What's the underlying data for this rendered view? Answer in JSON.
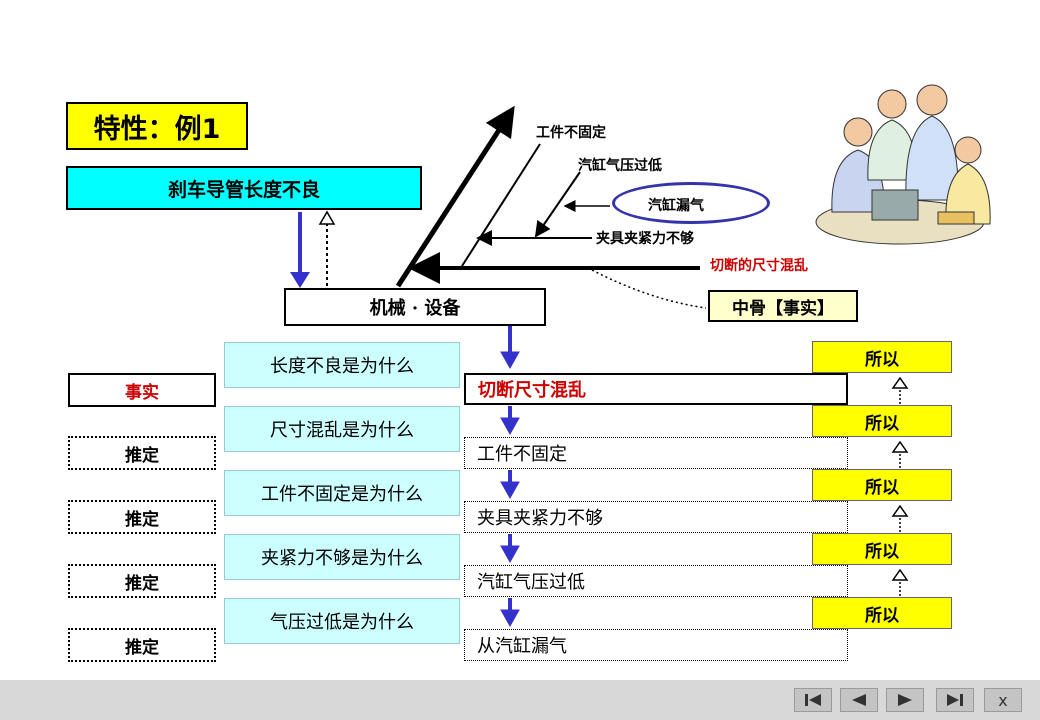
{
  "title": "特性：例1",
  "problem": "刹车导管长度不良",
  "machine": "机械 · 设备",
  "fact_tag": "中骨【事实】",
  "bones": [
    {
      "text": "工件不固定"
    },
    {
      "text": "汽缸气压过低"
    },
    {
      "text": "汽缸漏气"
    },
    {
      "text": "夹具夹紧力不够"
    },
    {
      "text": "切断的尺寸混乱",
      "color": "#cc0000"
    }
  ],
  "why_rows": [
    {
      "question": "长度不良是为什么",
      "left": "事实",
      "answer": "切断尺寸混乱",
      "conclusion": "所以"
    },
    {
      "question": "尺寸混乱是为什么",
      "left": "推定",
      "answer": "工件不固定",
      "conclusion": "所以"
    },
    {
      "question": "工件不固定是为什么",
      "left": "推定",
      "answer": "夹具夹紧力不够",
      "conclusion": "所以"
    },
    {
      "question": "夹紧力不够是为什么",
      "left": "推定",
      "answer": "汽缸气压过低",
      "conclusion": "所以"
    },
    {
      "question": "气压过低是为什么",
      "left": "推定",
      "answer": "从汽缸漏气",
      "conclusion": "所以"
    }
  ],
  "colors": {
    "title_bg": "#ffff00",
    "problem_bg": "#00ffff",
    "why_bg": "#ccffff",
    "fact_red": "#cc0000",
    "arrow_blue": "#3333cc"
  },
  "nav": {
    "first": "first-slide-icon",
    "prev": "previous-slide-icon",
    "next": "next-slide-icon",
    "last": "last-slide-icon",
    "close": "x"
  }
}
